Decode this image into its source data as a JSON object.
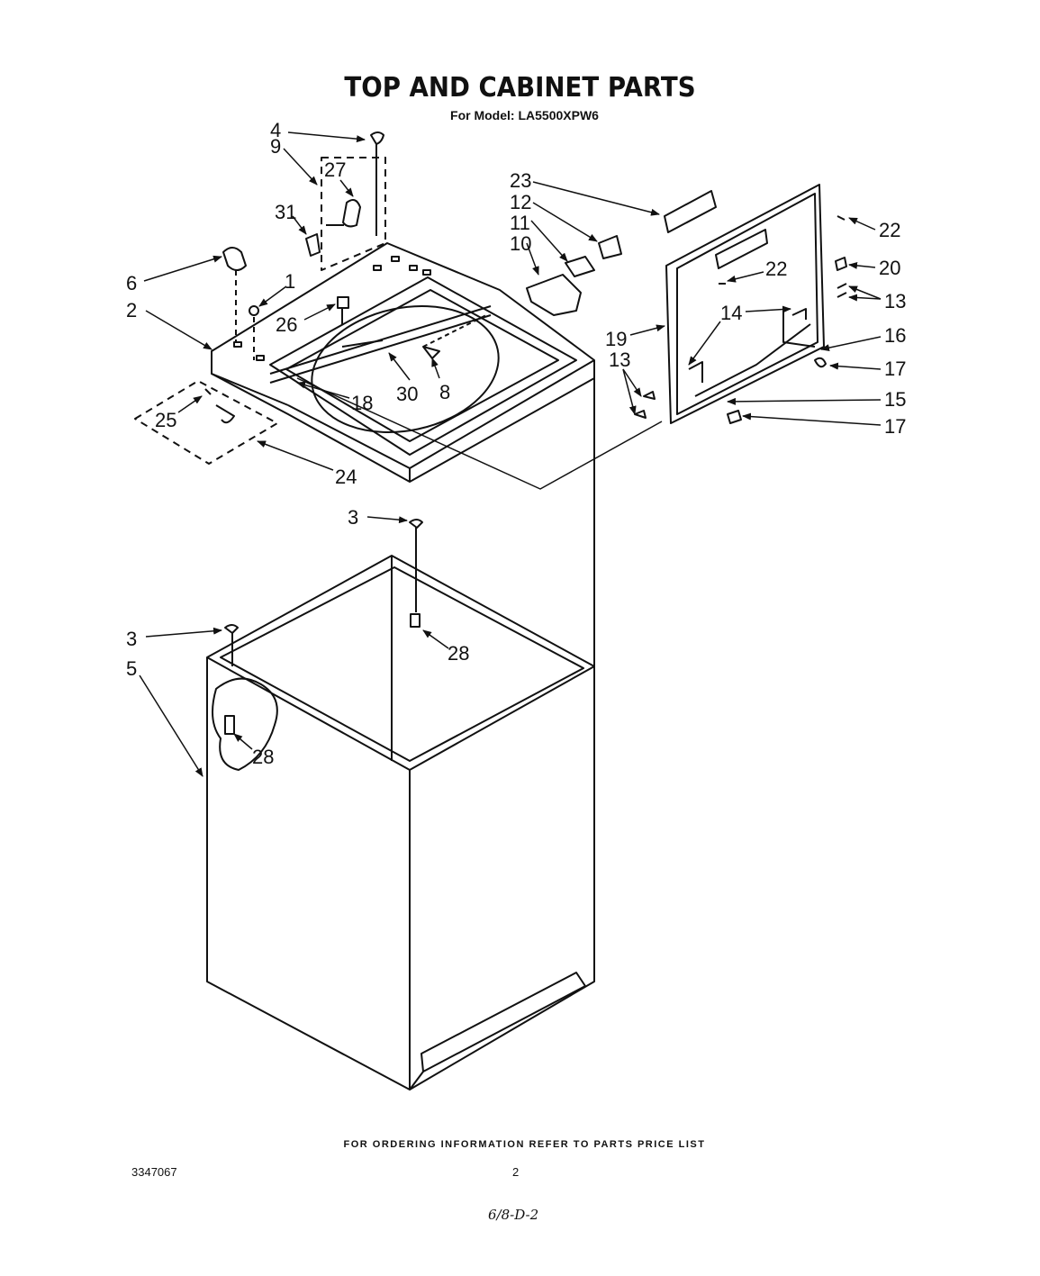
{
  "header": {
    "title": "TOP AND CABINET PARTS",
    "subtitle": "For Model: LA5500XPW6"
  },
  "callouts": [
    {
      "id": "4",
      "label": "4"
    },
    {
      "id": "9",
      "label": "9"
    },
    {
      "id": "27",
      "label": "27"
    },
    {
      "id": "31",
      "label": "31"
    },
    {
      "id": "6",
      "label": "6"
    },
    {
      "id": "1",
      "label": "1"
    },
    {
      "id": "2",
      "label": "2"
    },
    {
      "id": "26",
      "label": "26"
    },
    {
      "id": "25",
      "label": "25"
    },
    {
      "id": "18",
      "label": "18"
    },
    {
      "id": "30",
      "label": "30"
    },
    {
      "id": "8",
      "label": "8"
    },
    {
      "id": "24",
      "label": "24"
    },
    {
      "id": "23",
      "label": "23"
    },
    {
      "id": "12",
      "label": "12"
    },
    {
      "id": "11",
      "label": "11"
    },
    {
      "id": "10",
      "label": "10"
    },
    {
      "id": "22a",
      "label": "22"
    },
    {
      "id": "22b",
      "label": "22"
    },
    {
      "id": "20",
      "label": "20"
    },
    {
      "id": "13a",
      "label": "13"
    },
    {
      "id": "14",
      "label": "14"
    },
    {
      "id": "19",
      "label": "19"
    },
    {
      "id": "16",
      "label": "16"
    },
    {
      "id": "17a",
      "label": "17"
    },
    {
      "id": "13b",
      "label": "13"
    },
    {
      "id": "15",
      "label": "15"
    },
    {
      "id": "17b",
      "label": "17"
    },
    {
      "id": "3a",
      "label": "3"
    },
    {
      "id": "3b",
      "label": "3"
    },
    {
      "id": "28a",
      "label": "28"
    },
    {
      "id": "5",
      "label": "5"
    },
    {
      "id": "28b",
      "label": "28"
    }
  ],
  "footer": {
    "ordering_note": "FOR ORDERING INFORMATION REFER TO PARTS PRICE LIST",
    "doc_number": "3347067",
    "page_number": "2",
    "handwritten_note": "6/8-D-2"
  }
}
